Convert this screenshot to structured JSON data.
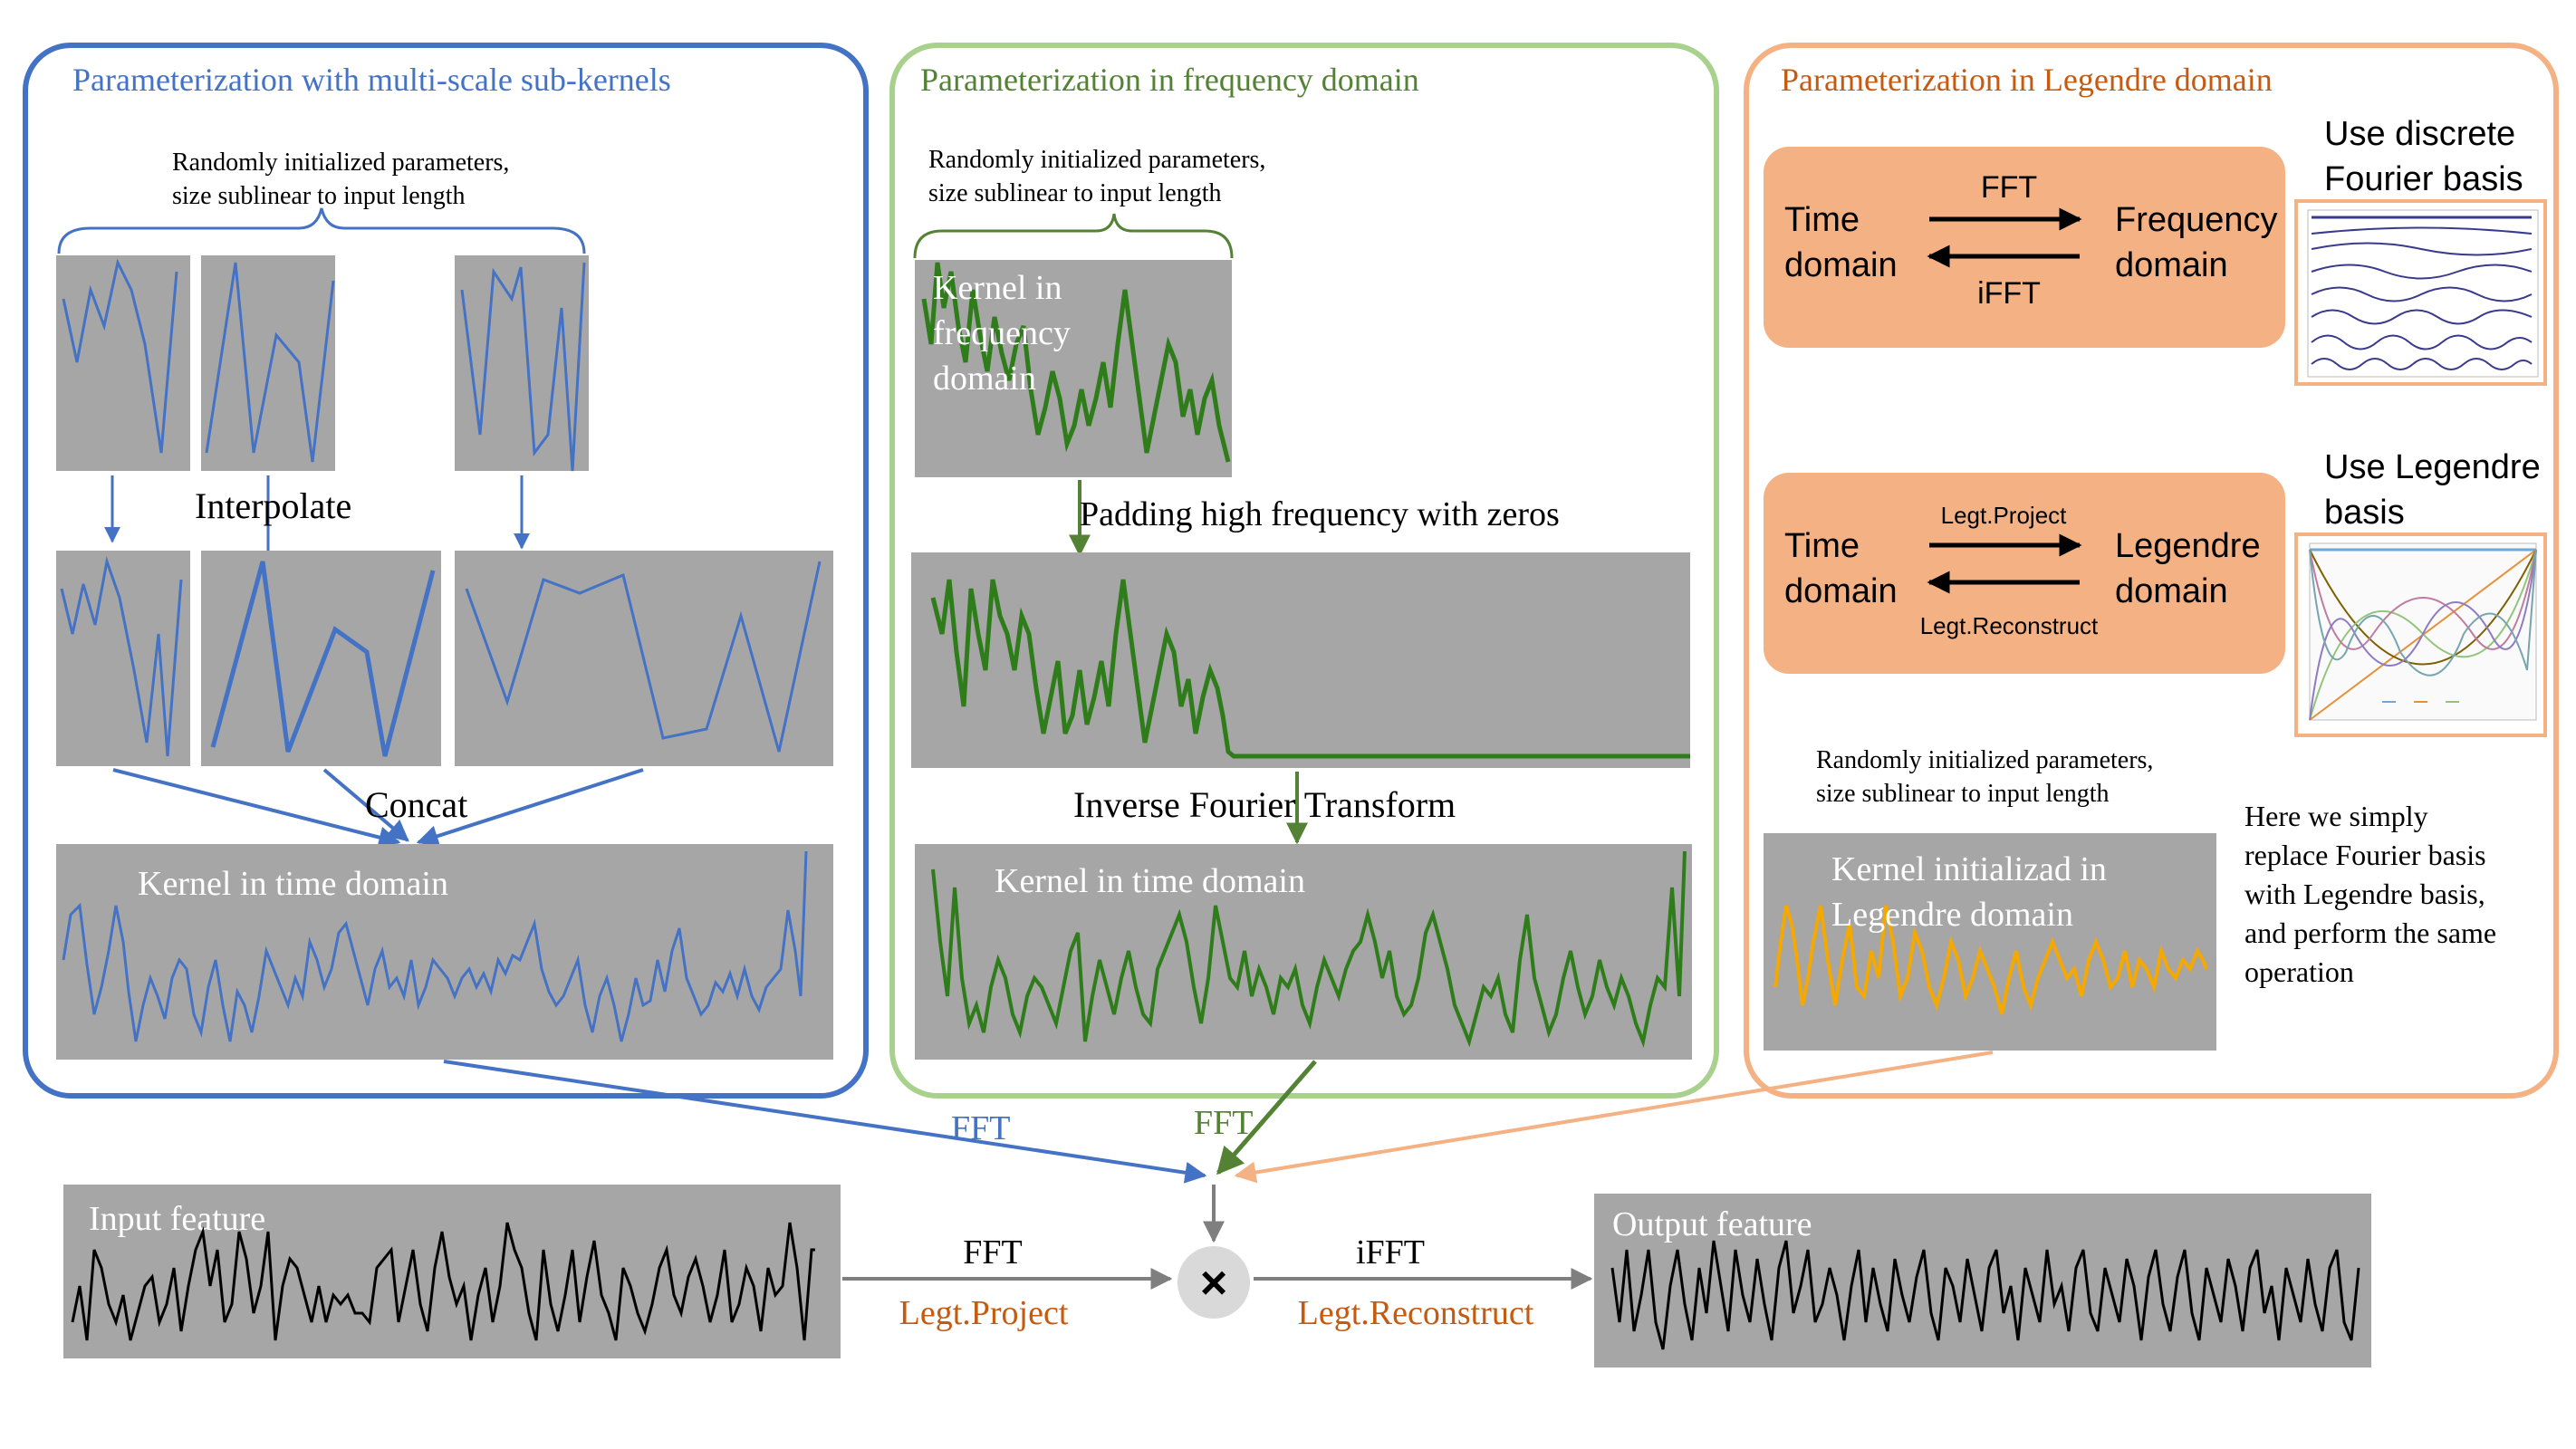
{
  "panels": {
    "multiscale": {
      "title": "Parameterization with multi-scale sub-kernels",
      "random_note": [
        "Randomly initialized parameters,",
        "size sublinear to input length"
      ],
      "interpolate": "Interpolate",
      "concat": "Concat",
      "kernel_label": "Kernel in time domain"
    },
    "frequency": {
      "title": "Parameterization in frequency domain",
      "random_note": [
        "Randomly initialized parameters,",
        "size sublinear to input length"
      ],
      "kernel_freq_label": [
        "Kernel in",
        "frequency",
        "domain"
      ],
      "padding": "Padding high frequency with zeros",
      "ift": "Inverse Fourier Transform",
      "kernel_label": "Kernel in time domain"
    },
    "legendre": {
      "title": "Parameterization in Legendre domain",
      "box1": {
        "left": [
          "Time",
          "domain"
        ],
        "right": [
          "Frequency",
          "domain"
        ],
        "top": "FFT",
        "bottom": "iFFT"
      },
      "box2": {
        "left": [
          "Time",
          "domain"
        ],
        "right": [
          "Legendre",
          "domain"
        ],
        "top": "Legt.Project",
        "bottom": "Legt.Reconstruct"
      },
      "fourier_caption": [
        "Use discrete",
        "Fourier basis"
      ],
      "legendre_caption": [
        "Use Legendre",
        "basis"
      ],
      "random_note": [
        "Randomly initialized parameters,",
        "size sublinear to input length"
      ],
      "kernel_label": [
        "Kernel initializad in",
        "Legendre domain"
      ],
      "note": [
        "Here we simply",
        "replace Fourier basis",
        "with Legendre basis,",
        "and perform the same",
        "operation"
      ]
    }
  },
  "bottom": {
    "fft_blue": "FFT",
    "fft_green": "FFT",
    "input_label": "Input feature",
    "output_label": "Output feature",
    "fft": "FFT",
    "legt_project": "Legt.Project",
    "ifft": "iFFT",
    "legt_reconstruct": "Legt.Reconstruct",
    "multiply": "×"
  },
  "colors": {
    "blue": "#4472c4",
    "green": "#70ad47",
    "dark_green": "#2e7d1a",
    "orange": "#f4b183",
    "dark_orange": "#c55a11",
    "gray_box": "#a6a6a6",
    "yellow_line": "#f5a800"
  }
}
